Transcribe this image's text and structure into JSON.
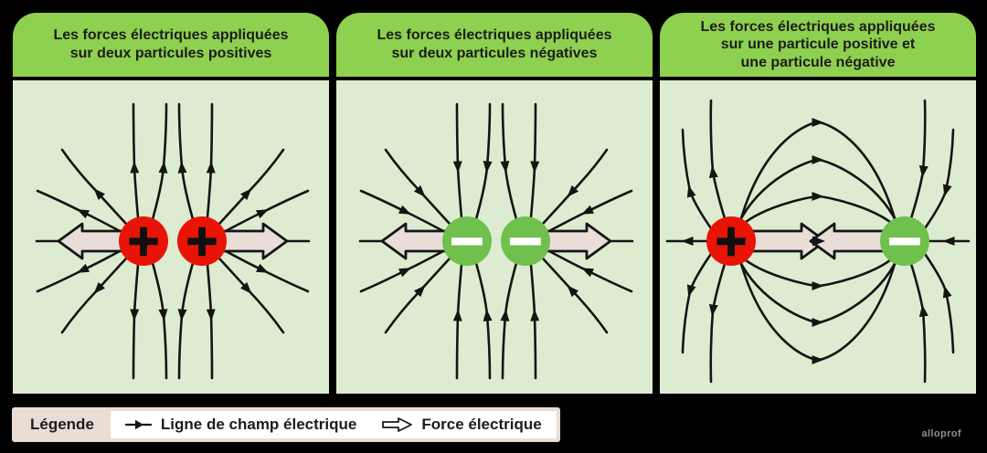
{
  "panels": [
    {
      "id": "two-positive",
      "title_lines": [
        "Les forces électriques appliquées",
        "sur deux particules positives"
      ],
      "particles": [
        {
          "sign": "+",
          "type": "positive"
        },
        {
          "sign": "+",
          "type": "positive"
        }
      ],
      "interaction": "repulsion"
    },
    {
      "id": "two-negative",
      "title_lines": [
        "Les forces électriques appliquées",
        "sur deux particules négatives"
      ],
      "particles": [
        {
          "sign": "−",
          "type": "negative"
        },
        {
          "sign": "−",
          "type": "negative"
        }
      ],
      "interaction": "repulsion"
    },
    {
      "id": "positive-negative",
      "title_lines": [
        "Les forces électriques appliquées",
        "sur une particule positive et",
        "une particule négative"
      ],
      "particles": [
        {
          "sign": "+",
          "type": "positive"
        },
        {
          "sign": "−",
          "type": "negative"
        }
      ],
      "interaction": "attraction"
    }
  ],
  "legend": {
    "title": "Légende",
    "items": [
      {
        "icon": "field-line-icon",
        "label": "Ligne de champ électrique"
      },
      {
        "icon": "force-arrow-icon",
        "label": "Force électrique"
      }
    ]
  },
  "watermark": "alloprof",
  "colors": {
    "header_green": "#8ed04f",
    "panel_background": "#ddecd1",
    "positive_particle": "#e91408",
    "negative_particle": "#6fc04c",
    "force_arrow_fill": "#e9ded7",
    "legend_background": "#e9ddd4",
    "line_black": "#141414"
  }
}
